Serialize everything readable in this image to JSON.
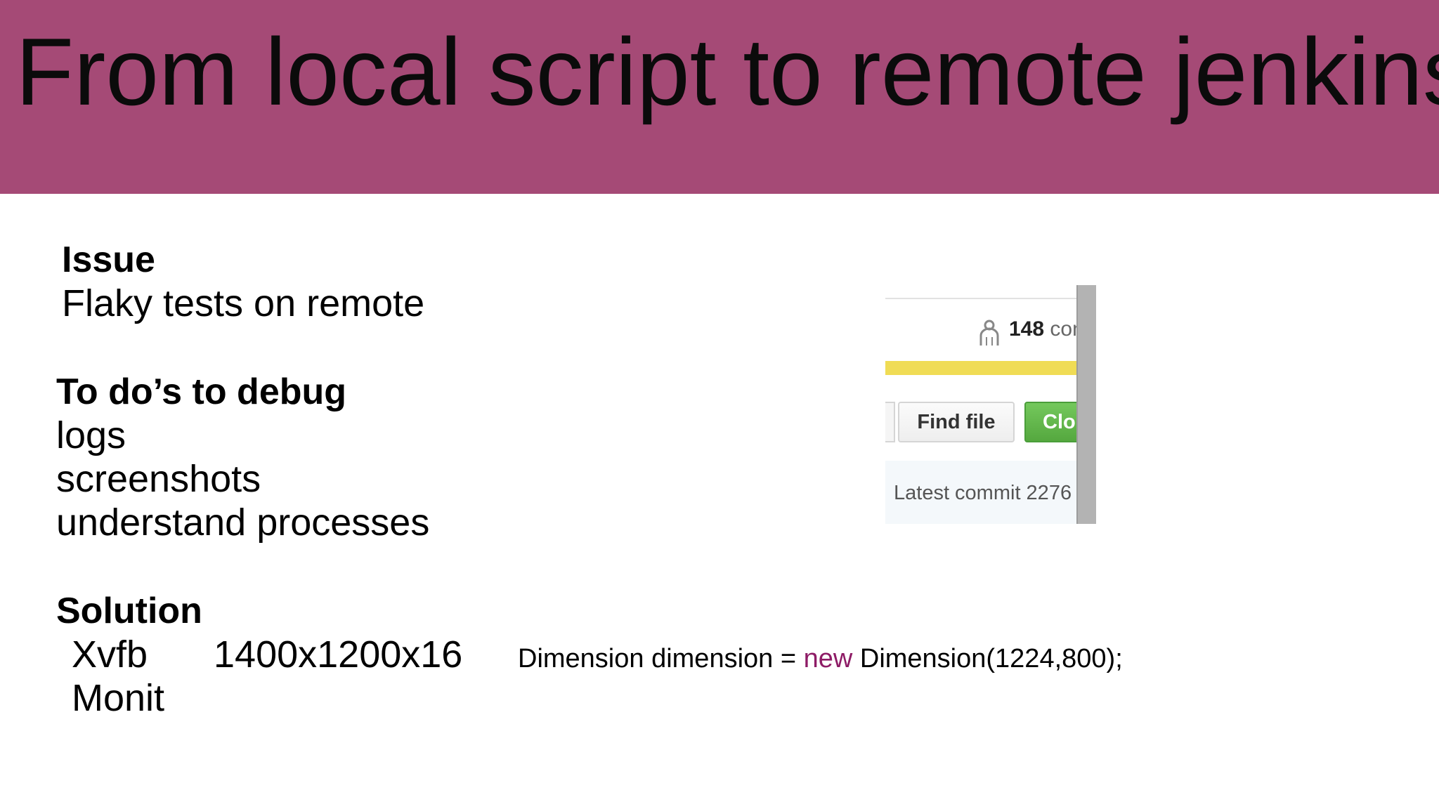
{
  "slide": {
    "title": "From local script to remote jenkins",
    "header_color": "#a54a76"
  },
  "issue": {
    "heading": "Issue",
    "text": "Flaky tests on remote"
  },
  "todo": {
    "heading": "To do’s to debug",
    "items": [
      "logs",
      "screenshots",
      "understand processes"
    ]
  },
  "solution": {
    "heading": "Solution",
    "xvfb_label": "Xvfb",
    "xvfb_value": "1400x1200x16",
    "monit_label": "Monit",
    "code": {
      "before": "Dimension dimension = ",
      "keyword": "new",
      "after": " Dimension(1224,800);"
    }
  },
  "screenshot_crop": {
    "contributors_count": "148",
    "contributors_rest": " contributors",
    "find_file_label": "Find file",
    "clone_label": "Clone or download",
    "latest_commit": "Latest commit 2276",
    "icon": "people-icon",
    "accent_green": "#5cb544",
    "accent_yellow": "#f0dc55"
  }
}
